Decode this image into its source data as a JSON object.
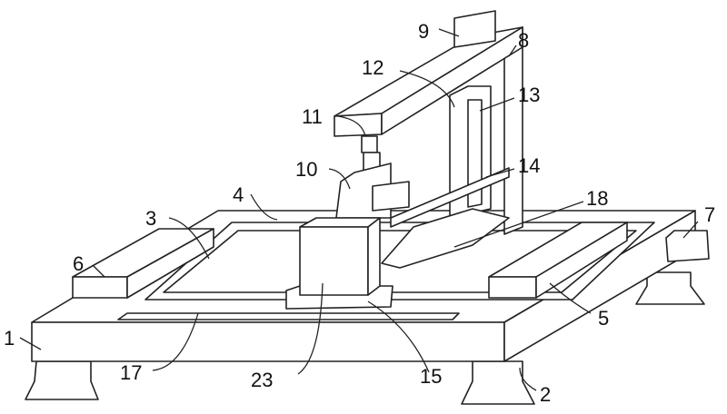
{
  "figure": {
    "labels": [
      {
        "id": "1",
        "text": "1"
      },
      {
        "id": "2",
        "text": "2"
      },
      {
        "id": "3",
        "text": "3"
      },
      {
        "id": "4",
        "text": "4"
      },
      {
        "id": "5",
        "text": "5"
      },
      {
        "id": "6",
        "text": "6"
      },
      {
        "id": "7",
        "text": "7"
      },
      {
        "id": "8",
        "text": "8"
      },
      {
        "id": "9",
        "text": "9"
      },
      {
        "id": "10",
        "text": "10"
      },
      {
        "id": "11",
        "text": "11"
      },
      {
        "id": "12",
        "text": "12"
      },
      {
        "id": "13",
        "text": "13"
      },
      {
        "id": "14",
        "text": "14"
      },
      {
        "id": "15",
        "text": "15"
      },
      {
        "id": "17",
        "text": "17"
      },
      {
        "id": "18",
        "text": "18"
      },
      {
        "id": "23",
        "text": "23"
      }
    ]
  }
}
